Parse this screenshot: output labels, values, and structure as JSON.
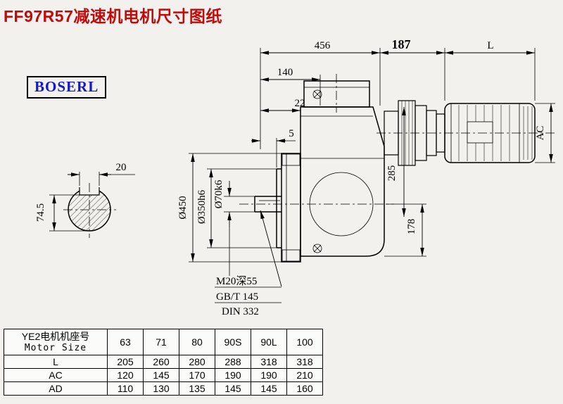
{
  "title": "FF97R57减速机电机尺寸图纸",
  "brand": "BOSERL",
  "colors": {
    "title_red": "#bf0b0b",
    "brand_blue": "#1616cc"
  },
  "drawing": {
    "dim_456": "456",
    "dim_187": "187",
    "dim_L": "L",
    "dim_140": "140",
    "dim_22": "22",
    "dim_5": "5",
    "dim_285": "285",
    "dim_178": "178",
    "dim_AC": "AC",
    "dim_d450": "Ø450",
    "dim_d350": "Ø350h6",
    "dim_d70": "Ø70k6",
    "dim_20": "20",
    "dim_74_5": "74.5",
    "note_m20": "M20深55",
    "note_gbt": "GB/T 145",
    "note_din": "DIN 332"
  },
  "table": {
    "header_cn": "YE2电机机座号",
    "header_en": "Motor Size",
    "columns": [
      "63",
      "71",
      "80",
      "90S",
      "90L",
      "100"
    ],
    "rows": [
      {
        "label": "L",
        "values": [
          "205",
          "260",
          "280",
          "288",
          "318",
          "318"
        ]
      },
      {
        "label": "AC",
        "values": [
          "120",
          "145",
          "170",
          "190",
          "190",
          "210"
        ]
      },
      {
        "label": "AD",
        "values": [
          "110",
          "130",
          "135",
          "145",
          "145",
          "160"
        ]
      }
    ]
  }
}
